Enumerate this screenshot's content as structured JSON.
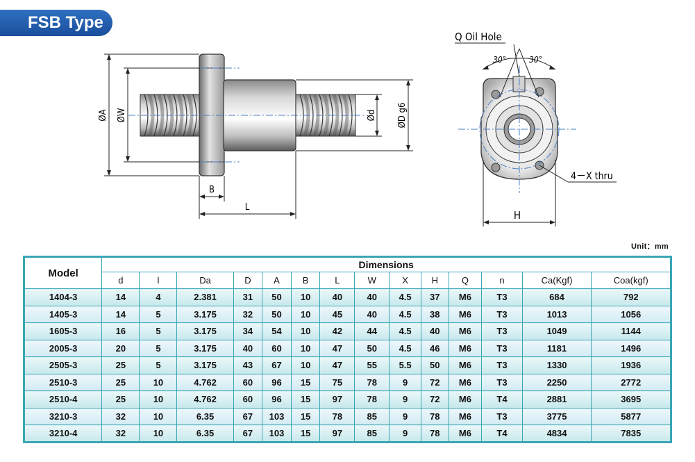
{
  "title": "FSB Type",
  "unit_label": "Unit：mm",
  "drawing": {
    "dim_A": "ØA",
    "dim_W": "ØW",
    "dim_d": "Ød",
    "dim_D": "ØD g6",
    "dim_B": "B",
    "dim_L": "L",
    "oil_hole": "Q Oil Hole",
    "angle_left": "30°",
    "angle_right": "30°",
    "holes": "4－X  thru",
    "dim_H": "H"
  },
  "table": {
    "model_header": "Model",
    "dimensions_header": "Dimensions",
    "columns": [
      "d",
      "l",
      "Da",
      "D",
      "A",
      "B",
      "L",
      "W",
      "X",
      "H",
      "Q",
      "n",
      "Ca(Kgf)",
      "Coa(kgf)"
    ],
    "rows": [
      [
        "1404-3",
        "14",
        "4",
        "2.381",
        "31",
        "50",
        "10",
        "40",
        "40",
        "4.5",
        "37",
        "M6",
        "T3",
        "684",
        "792"
      ],
      [
        "1405-3",
        "14",
        "5",
        "3.175",
        "32",
        "50",
        "10",
        "45",
        "40",
        "4.5",
        "38",
        "M6",
        "T3",
        "1013",
        "1056"
      ],
      [
        "1605-3",
        "16",
        "5",
        "3.175",
        "34",
        "54",
        "10",
        "42",
        "44",
        "4.5",
        "40",
        "M6",
        "T3",
        "1049",
        "1144"
      ],
      [
        "2005-3",
        "20",
        "5",
        "3.175",
        "40",
        "60",
        "10",
        "47",
        "50",
        "4.5",
        "46",
        "M6",
        "T3",
        "1181",
        "1496"
      ],
      [
        "2505-3",
        "25",
        "5",
        "3.175",
        "43",
        "67",
        "10",
        "47",
        "55",
        "5.5",
        "50",
        "M6",
        "T3",
        "1330",
        "1936"
      ],
      [
        "2510-3",
        "25",
        "10",
        "4.762",
        "60",
        "96",
        "15",
        "75",
        "78",
        "9",
        "72",
        "M6",
        "T3",
        "2250",
        "2772"
      ],
      [
        "2510-4",
        "25",
        "10",
        "4.762",
        "60",
        "96",
        "15",
        "97",
        "78",
        "9",
        "72",
        "M6",
        "T4",
        "2881",
        "3695"
      ],
      [
        "3210-3",
        "32",
        "10",
        "6.35",
        "67",
        "103",
        "15",
        "78",
        "85",
        "9",
        "78",
        "M6",
        "T3",
        "3775",
        "5877"
      ],
      [
        "3210-4",
        "32",
        "10",
        "6.35",
        "67",
        "103",
        "15",
        "97",
        "85",
        "9",
        "78",
        "M6",
        "T4",
        "4834",
        "7835"
      ]
    ]
  },
  "colors": {
    "badge": "#1f58a8",
    "table_border": "#39a6b5",
    "row_fill": "#c7e8ec",
    "center_line": "#4a7fc0"
  }
}
